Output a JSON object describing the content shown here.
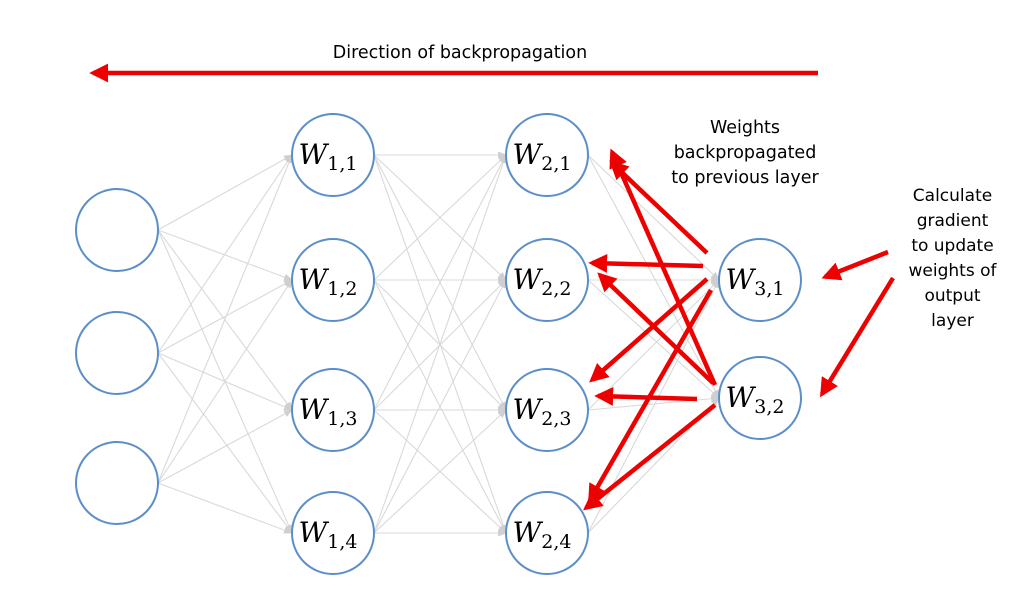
{
  "diagram": {
    "title": "Direction of backpropagation",
    "weights_note": "Weights\nbackpropagated\nto previous layer",
    "gradient_note": "Calculate\ngradient\nto update\nweights of\noutput\nlayer",
    "colors": {
      "node_stroke": "#5b8ec9",
      "connection": "#d9d9d9",
      "arrow": "#ee0000",
      "text": "#000000"
    },
    "layers": [
      {
        "id": "input",
        "nodes": [
          {
            "id": "i1",
            "letter": "",
            "sub": ""
          },
          {
            "id": "i2",
            "letter": "",
            "sub": ""
          },
          {
            "id": "i3",
            "letter": "",
            "sub": ""
          }
        ]
      },
      {
        "id": "hidden1",
        "nodes": [
          {
            "id": "h1-1",
            "letter": "W",
            "sub": "1,1"
          },
          {
            "id": "h1-2",
            "letter": "W",
            "sub": "1,2"
          },
          {
            "id": "h1-3",
            "letter": "W",
            "sub": "1,3"
          },
          {
            "id": "h1-4",
            "letter": "W",
            "sub": "1,4"
          }
        ]
      },
      {
        "id": "hidden2",
        "nodes": [
          {
            "id": "h2-1",
            "letter": "W",
            "sub": "2,1"
          },
          {
            "id": "h2-2",
            "letter": "W",
            "sub": "2,2"
          },
          {
            "id": "h2-3",
            "letter": "W",
            "sub": "2,3"
          },
          {
            "id": "h2-4",
            "letter": "W",
            "sub": "2,4"
          }
        ]
      },
      {
        "id": "output",
        "nodes": [
          {
            "id": "o1",
            "letter": "W",
            "sub": "3,1"
          },
          {
            "id": "o2",
            "letter": "W",
            "sub": "3,2"
          }
        ]
      }
    ]
  }
}
